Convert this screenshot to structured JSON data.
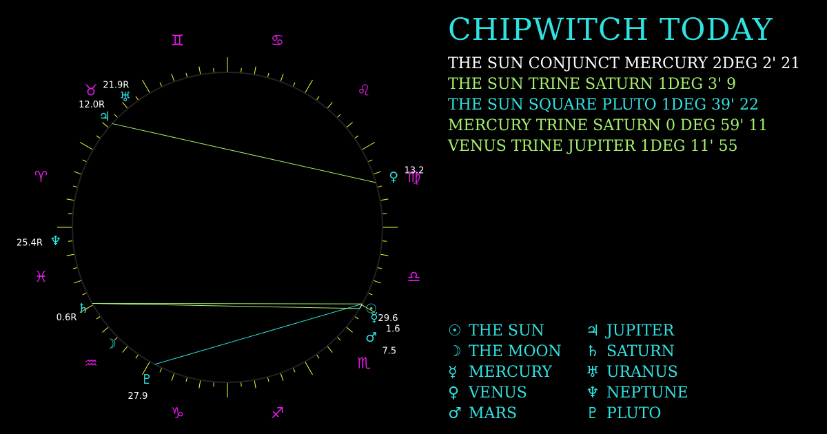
{
  "title": "CHIPWITCH TODAY",
  "colors": {
    "background": "#000000",
    "wheel": "#ffff33",
    "circle": "#222222",
    "planet": "#2fe3e3",
    "sign": "#e11ae6",
    "label": "#ffffff",
    "conjunct": "#ffffff",
    "trine": "#a4f06a",
    "square": "#2fe3e3"
  },
  "aspects": [
    {
      "text": "THE SUN CONJUNCT MERCURY 2DEG 2' 21",
      "color": "#ffffff"
    },
    {
      "text": "THE SUN TRINE SATURN 1DEG 3' 9",
      "color": "#a4f06a"
    },
    {
      "text": "THE SUN SQUARE PLUTO 1DEG 39' 22",
      "color": "#2fe3e3"
    },
    {
      "text": "MERCURY TRINE SATURN 0 DEG 59' 11",
      "color": "#a4f06a"
    },
    {
      "text": "VENUS TRINE JUPITER 1DEG 11' 55",
      "color": "#a4f06a"
    }
  ],
  "signs": [
    {
      "name": "aries",
      "glyph": "♈",
      "lon": 15
    },
    {
      "name": "taurus",
      "glyph": "♉",
      "lon": 45
    },
    {
      "name": "gemini",
      "glyph": "♊",
      "lon": 75
    },
    {
      "name": "cancer",
      "glyph": "♋",
      "lon": 105
    },
    {
      "name": "leo",
      "glyph": "♌",
      "lon": 135
    },
    {
      "name": "virgo",
      "glyph": "♍",
      "lon": 165
    },
    {
      "name": "libra",
      "glyph": "♎",
      "lon": 195
    },
    {
      "name": "scorpio",
      "glyph": "♏",
      "lon": 225
    },
    {
      "name": "sagittarius",
      "glyph": "♐",
      "lon": 255
    },
    {
      "name": "capricorn",
      "glyph": "♑",
      "lon": 285
    },
    {
      "name": "aquarius",
      "glyph": "♒",
      "lon": 315
    },
    {
      "name": "pisces",
      "glyph": "♓",
      "lon": 345
    }
  ],
  "planets": [
    {
      "name": "sun",
      "glyph": "☉",
      "degree": "29.6",
      "lon": 209.6
    },
    {
      "name": "moon",
      "glyph": "☽",
      "degree": "",
      "lon": 315
    },
    {
      "name": "mercury",
      "glyph": "☿",
      "degree": "1.6",
      "lon": 211.6
    },
    {
      "name": "venus",
      "glyph": "♀",
      "degree": "13.2",
      "lon": 163.2
    },
    {
      "name": "mars",
      "glyph": "♂",
      "degree": "7.5",
      "lon": 217.5
    },
    {
      "name": "jupiter",
      "glyph": "♃",
      "degree": "12.0R",
      "lon": 42.0
    },
    {
      "name": "saturn",
      "glyph": "♄",
      "degree": "0.6R",
      "lon": 330.6
    },
    {
      "name": "uranus",
      "glyph": "♅",
      "degree": "21.9R",
      "lon": 51.9
    },
    {
      "name": "neptune",
      "glyph": "♆",
      "degree": "25.4R",
      "lon": 355.4
    },
    {
      "name": "pluto",
      "glyph": "♇",
      "degree": "27.9",
      "lon": 297.9
    }
  ],
  "aspect_lines": [
    {
      "from": "sun",
      "to": "mercury",
      "color": "#ffffff"
    },
    {
      "from": "sun",
      "to": "saturn",
      "color": "#a4f06a"
    },
    {
      "from": "sun",
      "to": "pluto",
      "color": "#2fe3e3"
    },
    {
      "from": "mercury",
      "to": "saturn",
      "color": "#a4f06a"
    },
    {
      "from": "venus",
      "to": "jupiter",
      "color": "#a4f06a"
    }
  ],
  "legend": {
    "col1": [
      {
        "glyph": "☉",
        "label": "THE SUN"
      },
      {
        "glyph": "☽",
        "label": "THE MOON"
      },
      {
        "glyph": "☿",
        "label": "MERCURY"
      },
      {
        "glyph": "♀",
        "label": "VENUS"
      },
      {
        "glyph": "♂",
        "label": "MARS"
      }
    ],
    "col2": [
      {
        "glyph": "♃",
        "label": "JUPITER"
      },
      {
        "glyph": "♄",
        "label": "SATURN"
      },
      {
        "glyph": "♅",
        "label": "URANUS"
      },
      {
        "glyph": "♆",
        "label": "NEPTUNE"
      },
      {
        "glyph": "♇",
        "label": "PLUTO"
      }
    ]
  }
}
